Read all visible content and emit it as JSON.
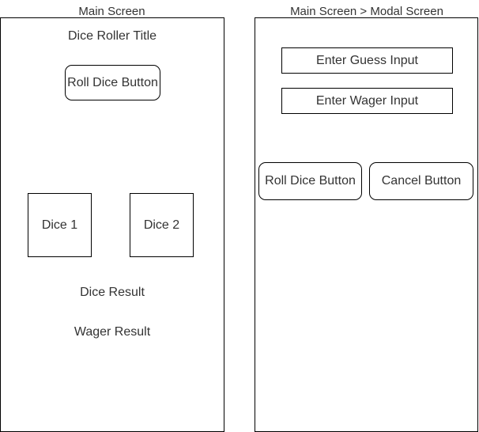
{
  "main_screen": {
    "label": "Main Screen",
    "title": "Dice Roller Title",
    "roll_button": "Roll Dice Button",
    "dice": [
      "Dice 1",
      "Dice 2"
    ],
    "dice_result": "Dice Result",
    "wager_result": "Wager Result"
  },
  "modal_screen": {
    "label": "Main Screen > Modal Screen",
    "guess_input": "Enter Guess Input",
    "wager_input": "Enter Wager Input",
    "roll_button": "Roll Dice Button",
    "cancel_button": "Cancel Button"
  }
}
